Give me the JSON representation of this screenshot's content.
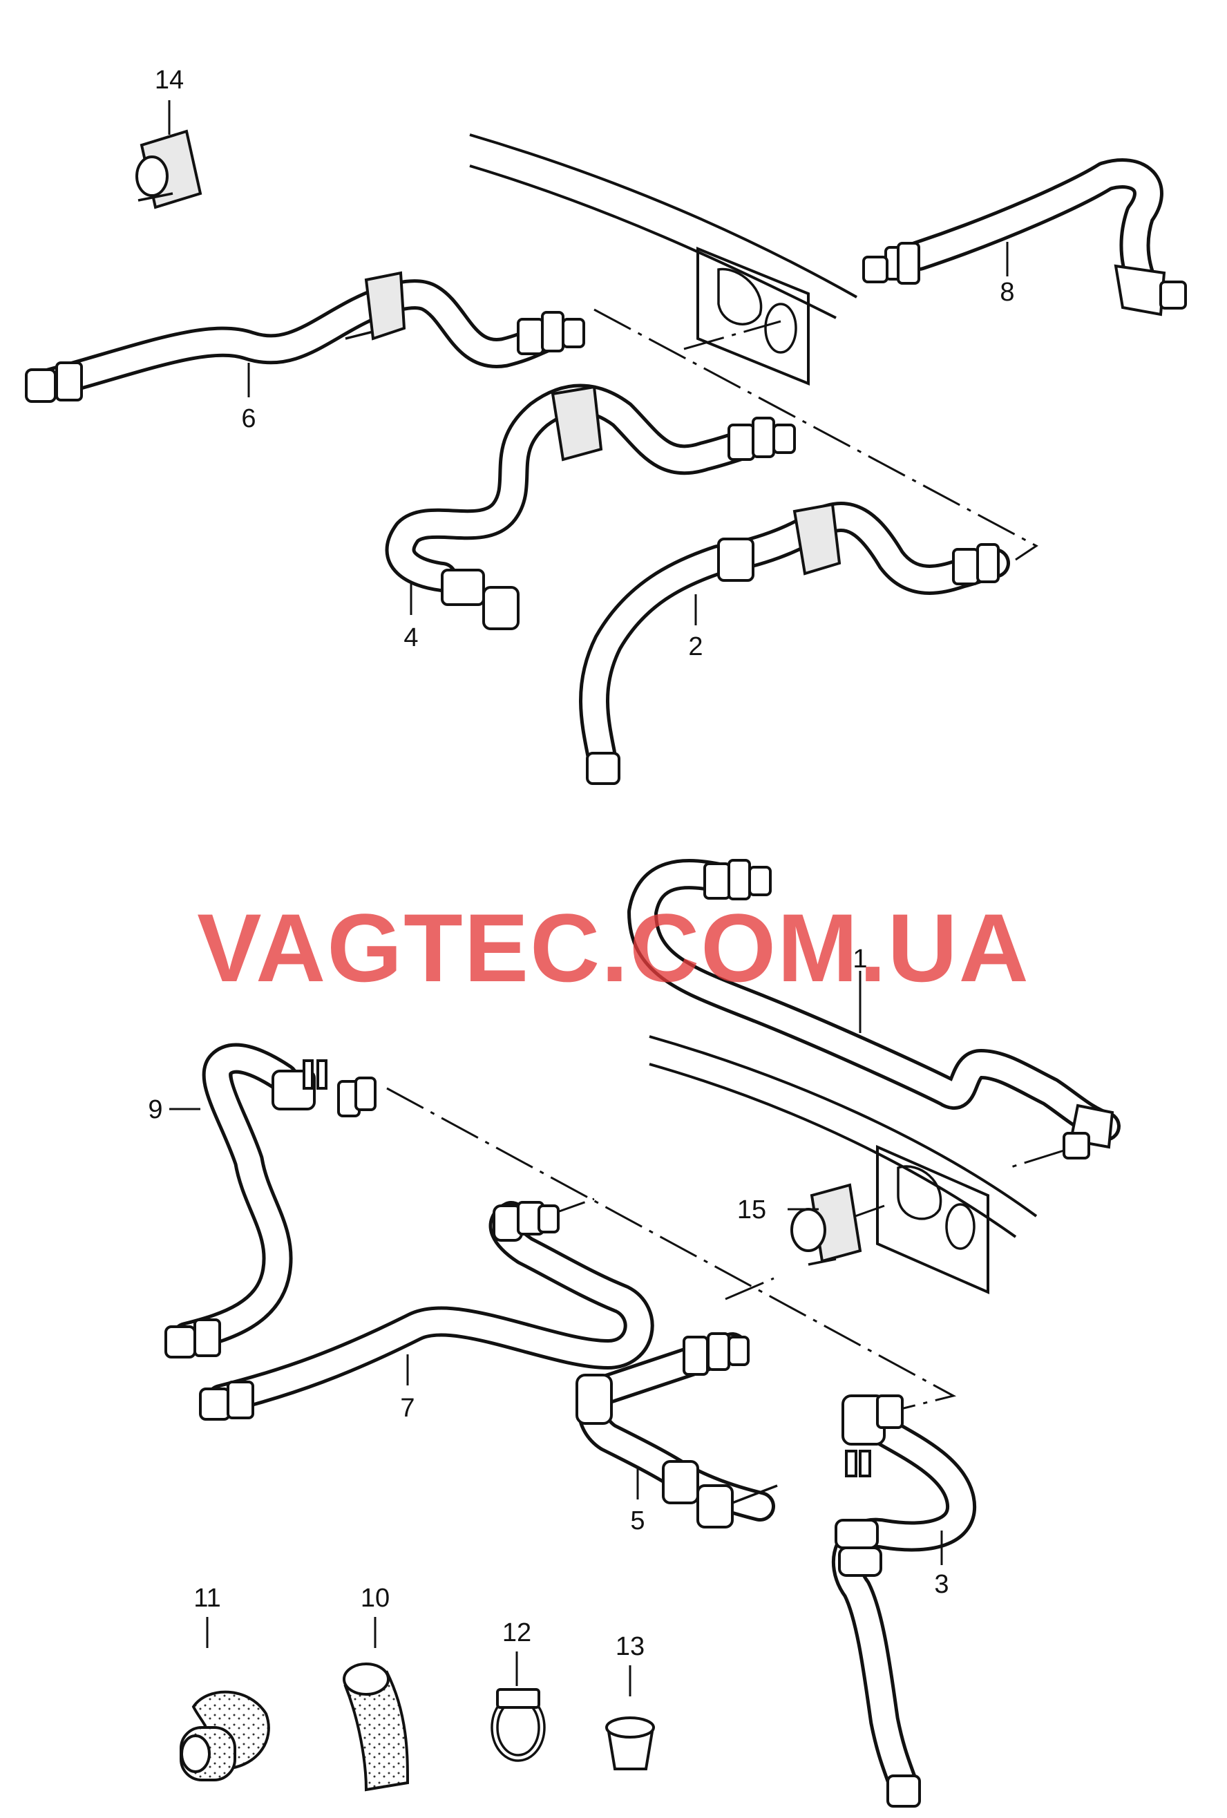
{
  "watermark": "VAGTEC.COM.UA",
  "callouts": {
    "c1": "1",
    "c2": "2",
    "c3": "3",
    "c4": "4",
    "c5": "5",
    "c6": "6",
    "c7": "7",
    "c8": "8",
    "c9": "9",
    "c10": "10",
    "c11": "11",
    "c12": "12",
    "c13": "13",
    "c14": "14",
    "c15": "15"
  },
  "colors": {
    "line": "#111111",
    "watermark": "#e43c3c"
  }
}
